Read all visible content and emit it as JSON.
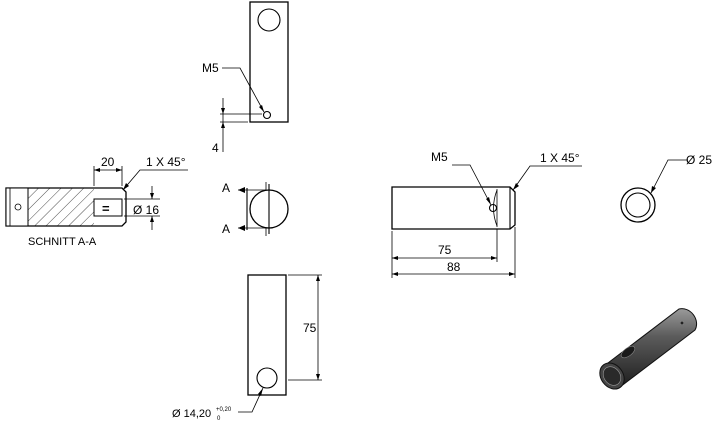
{
  "section_view": {
    "dim_20": "20",
    "chamfer": "1 X 45°",
    "dia_16": "Ø 16",
    "eq_mark": "=",
    "label": "SCHNITT A-A"
  },
  "top_view": {
    "thread": "M5",
    "dim_4": "4"
  },
  "end_view": {
    "cut_label_top": "A",
    "cut_label_bottom": "A"
  },
  "side_view": {
    "dim_75": "75",
    "hole_dia": "Ø 14,20",
    "tol_upper": "+0,20",
    "tol_lower": "0"
  },
  "front_view": {
    "thread": "M5",
    "chamfer": "1 X 45°",
    "dim_75": "75",
    "dim_88": "88"
  },
  "circle_view": {
    "dia_25": "Ø 25"
  },
  "iso_view": {}
}
